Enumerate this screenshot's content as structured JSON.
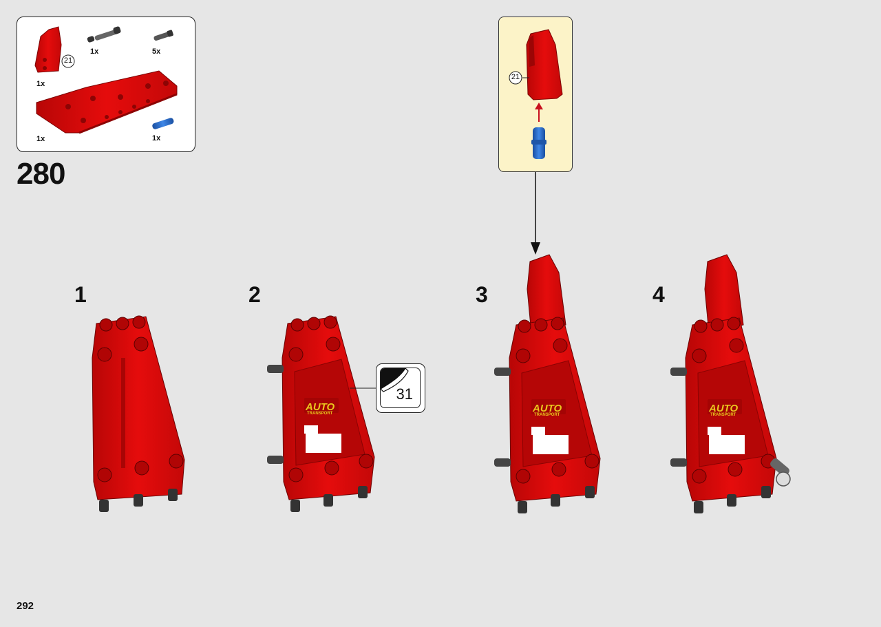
{
  "step": {
    "number": "280"
  },
  "parts_list": {
    "items": [
      {
        "name": "red-curved-wing-panel",
        "qty": "1x",
        "ref": "21"
      },
      {
        "name": "gray-axle-pin-long",
        "qty": "1x"
      },
      {
        "name": "gray-axle-pin-short",
        "qty": "5x"
      },
      {
        "name": "red-panel-plate",
        "qty": "1x"
      },
      {
        "name": "blue-axle-pin",
        "qty": "1x"
      }
    ]
  },
  "callout": {
    "ref": "21"
  },
  "substeps": [
    {
      "label": "1"
    },
    {
      "label": "2"
    },
    {
      "label": "3"
    },
    {
      "label": "4"
    }
  ],
  "sticker": {
    "number": "31"
  },
  "sticker_text": {
    "brand": "AUTO",
    "sub": "TRANSPORT"
  },
  "page": {
    "number": "292"
  },
  "colors": {
    "part_red": "#dd0a0a",
    "part_dark_red": "#8c0404",
    "pin_blue": "#2d6fd1",
    "pin_gray": "#555555",
    "callout_bg": "#fcf3c8",
    "page_bg": "#e6e6e6"
  }
}
